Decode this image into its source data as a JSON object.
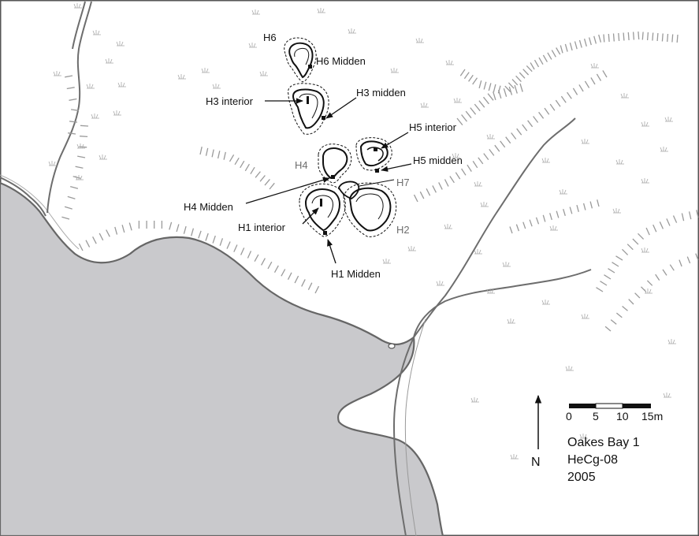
{
  "labels": {
    "h6": "H6",
    "h6_midden": "H6 Midden",
    "h3_interior": "H3 interior",
    "h3_midden": "H3 midden",
    "h5_interior": "H5 interior",
    "h5_midden": "H5 midden",
    "h4": "H4",
    "h7": "H7",
    "h4_midden": "H4 Midden",
    "h1_interior": "H1 interior",
    "h2": "H2",
    "h1_midden": "H1 Midden"
  },
  "scale_bar": {
    "ticks": [
      "0",
      "5",
      "10",
      "15m"
    ]
  },
  "north_arrow": {
    "label": "N"
  },
  "site_info": {
    "name": "Oakes Bay 1",
    "code": "HeCg-08",
    "year": "2005"
  },
  "colors": {
    "water": "#c9c9cc",
    "shoreline": "#666666",
    "stream": "#6d6d6d",
    "contour": "#9a9a9a",
    "vegetation": "#a8a8a8",
    "border": "#555555"
  }
}
